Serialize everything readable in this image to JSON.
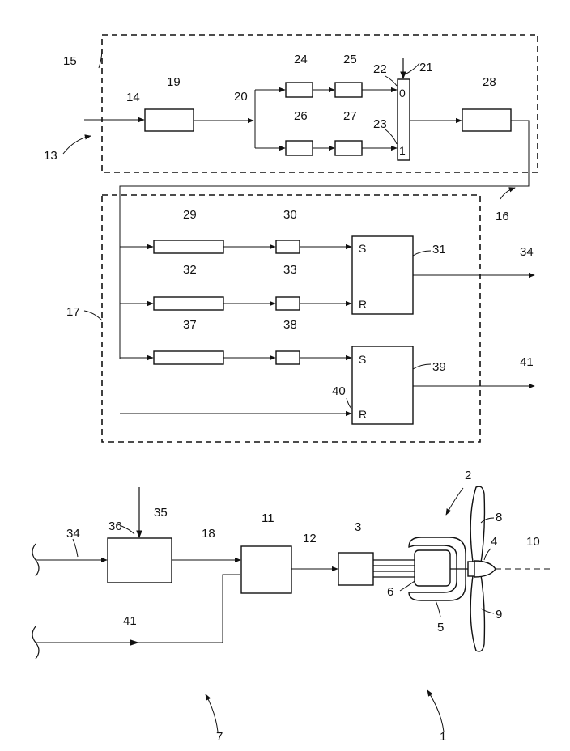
{
  "labels": {
    "n1": "1",
    "n2": "2",
    "n3": "3",
    "n4": "4",
    "n5": "5",
    "n6": "6",
    "n7": "7",
    "n8": "8",
    "n9": "9",
    "n10": "10",
    "n11": "11",
    "n12": "12",
    "n13": "13",
    "n14": "14",
    "n15": "15",
    "n16": "16",
    "n17": "17",
    "n18": "18",
    "n19": "19",
    "n20": "20",
    "n21": "21",
    "n22": "22",
    "n23": "23",
    "n24": "24",
    "n25": "25",
    "n26": "26",
    "n27": "27",
    "n28": "28",
    "n29": "29",
    "n30": "30",
    "n31": "31",
    "n32": "32",
    "n33": "33",
    "n34a": "34",
    "n34b": "34",
    "n35": "35",
    "n36": "36",
    "n37": "37",
    "n38": "38",
    "n39": "39",
    "n40": "40",
    "n41a": "41",
    "n41b": "41"
  },
  "switch": {
    "in0": "0",
    "in1": "1"
  },
  "flipflop1": {
    "set": "S",
    "reset": "R"
  },
  "flipflop2": {
    "set": "S",
    "reset": "R"
  }
}
